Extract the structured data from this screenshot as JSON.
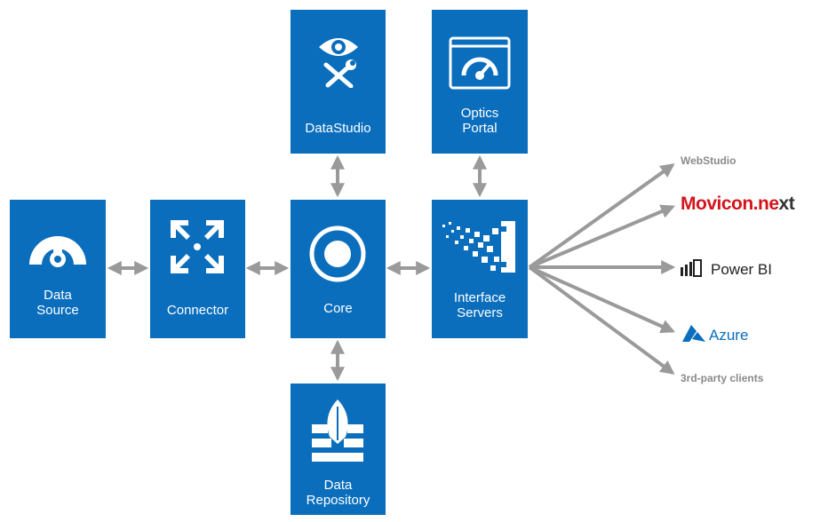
{
  "colors": {
    "box": "#0a6ebd",
    "arrow": "#9a9a9a",
    "movicon_red": "#d4141c",
    "azure_blue": "#0a6ebd"
  },
  "nodes": {
    "datastudio": {
      "label": "DataStudio",
      "icon": "eye-tools-icon"
    },
    "optics": {
      "label": "Optics\nPortal",
      "icon": "gauge-window-icon"
    },
    "datasource": {
      "label": "Data\nSource",
      "icon": "gauge-icon"
    },
    "connector": {
      "label": "Connector",
      "icon": "expand-arrows-icon"
    },
    "core": {
      "label": "Core",
      "icon": "target-icon"
    },
    "interface": {
      "label": "Interface\nServers",
      "icon": "pixel-wall-icon"
    },
    "repository": {
      "label": "Data\nRepository",
      "icon": "leaf-stack-icon"
    }
  },
  "clients": {
    "webstudio": "WebStudio",
    "movicon_main": "Movicon.ne",
    "movicon_suffix": "xt",
    "powerbi": "Power BI",
    "azure": "Azure",
    "thirdparty": "3rd-party clients"
  }
}
